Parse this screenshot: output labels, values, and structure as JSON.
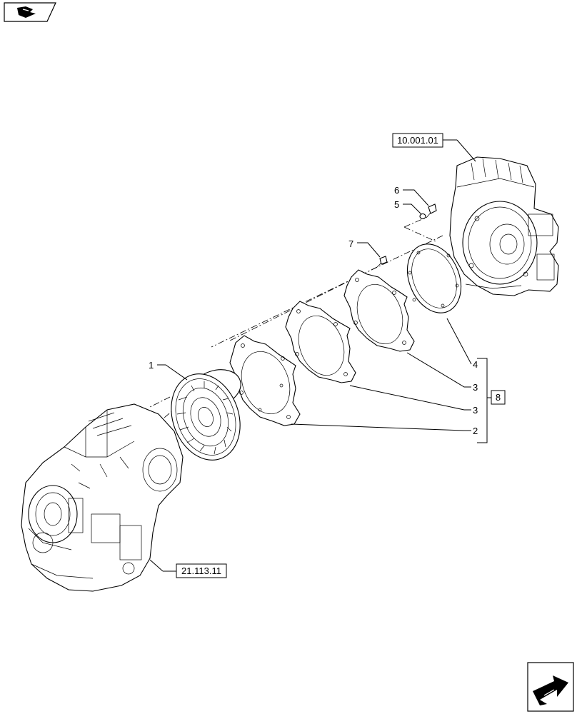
{
  "references": {
    "engine": "10.001.01",
    "transmission": "21.113.11"
  },
  "callouts": {
    "c1": "1",
    "c2": "2",
    "c3a": "3",
    "c3b": "3",
    "c4": "4",
    "c5": "5",
    "c6": "6",
    "c7": "7",
    "kit": "8"
  },
  "icons": {
    "top_left": "previous-page-arrow-icon",
    "bottom_right": "next-page-arrow-icon"
  }
}
